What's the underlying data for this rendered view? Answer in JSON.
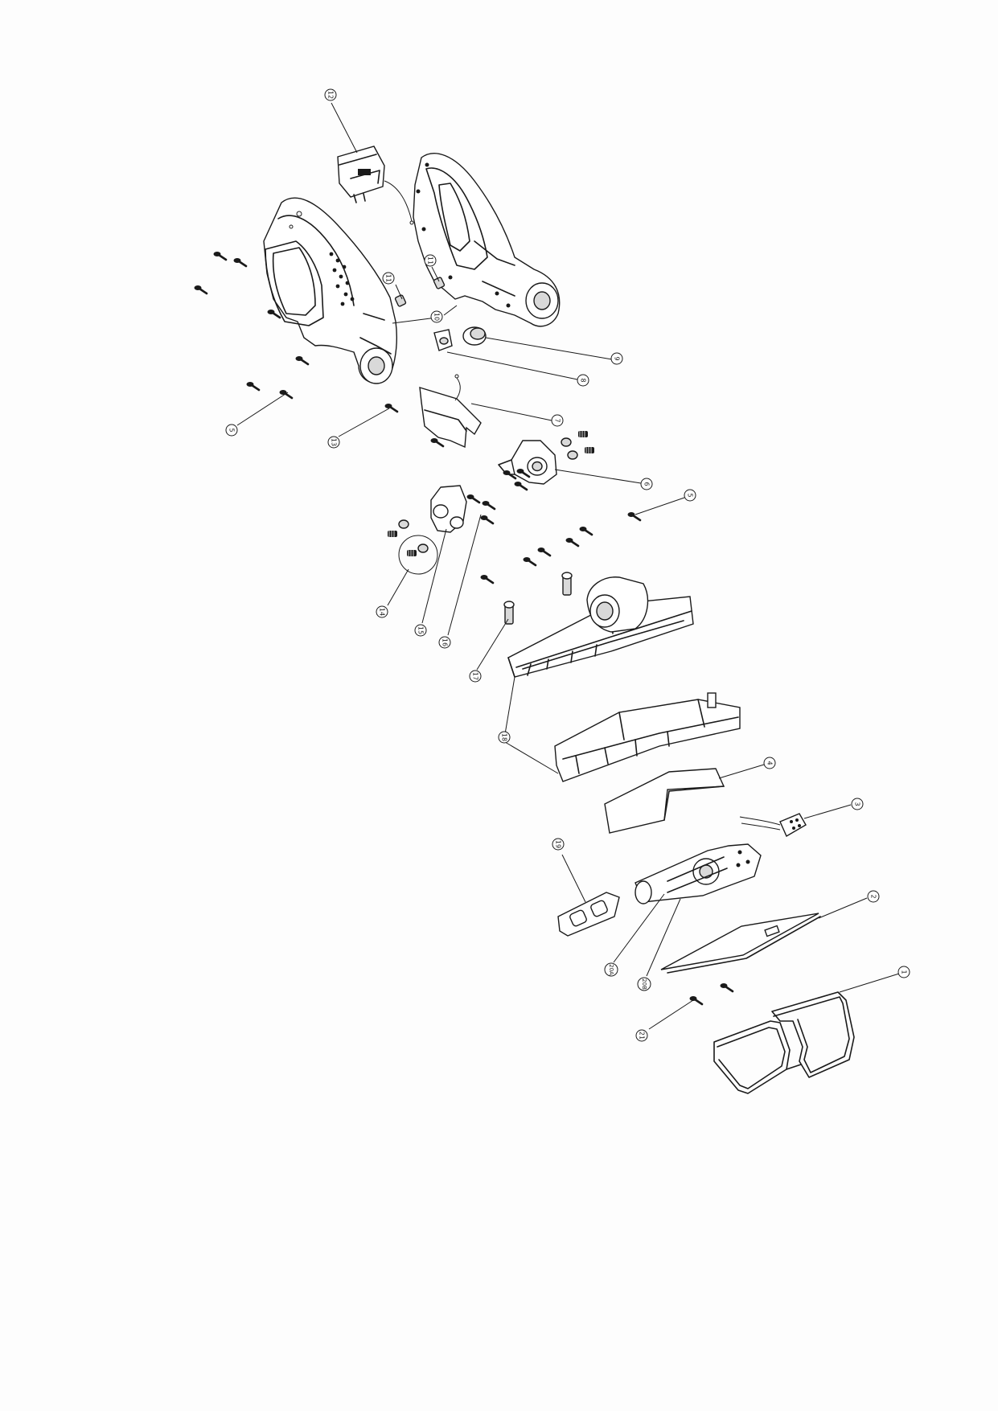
{
  "diagram": {
    "callouts": [
      {
        "id": "c1",
        "label": "1"
      },
      {
        "id": "c2",
        "label": "2"
      },
      {
        "id": "c3",
        "label": "3"
      },
      {
        "id": "c4",
        "label": "4"
      },
      {
        "id": "c5a",
        "label": "5"
      },
      {
        "id": "c5b",
        "label": "5"
      },
      {
        "id": "c6",
        "label": "6"
      },
      {
        "id": "c7",
        "label": "7"
      },
      {
        "id": "c8",
        "label": "8"
      },
      {
        "id": "c9",
        "label": "9"
      },
      {
        "id": "c10",
        "label": "10"
      },
      {
        "id": "c11a",
        "label": "11"
      },
      {
        "id": "c11b",
        "label": "11"
      },
      {
        "id": "c12",
        "label": "12"
      },
      {
        "id": "c13",
        "label": "13"
      },
      {
        "id": "c14",
        "label": "14"
      },
      {
        "id": "c15",
        "label": "15"
      },
      {
        "id": "c16",
        "label": "16"
      },
      {
        "id": "c17",
        "label": "17"
      },
      {
        "id": "c18",
        "label": "18"
      },
      {
        "id": "c19",
        "label": "19"
      },
      {
        "id": "c20A",
        "label": "20A"
      },
      {
        "id": "c20B",
        "label": "20B"
      },
      {
        "id": "c21",
        "label": "21"
      }
    ]
  }
}
